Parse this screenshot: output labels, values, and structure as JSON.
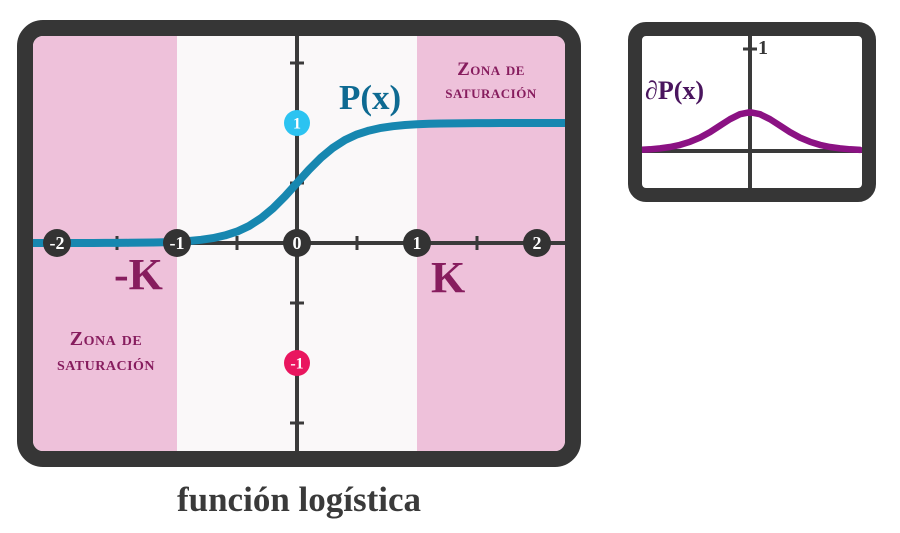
{
  "figure": {
    "caption": "función logística"
  },
  "colors": {
    "panel_border": "#363636",
    "panel_bg": "#faf8f9",
    "zone_pink": "#eec1da",
    "magenta_text": "#871d5e",
    "teal_curve": "#1787b0",
    "teal_text": "#0e6a92",
    "cyan_marker": "#2cc3f1",
    "crimson_marker": "#e9165f",
    "purple_curve": "#8b1283",
    "purple_text": "#4a155e",
    "axis": "#3a3a3a",
    "marker_dark": "#333333",
    "caption_text": "#3a3a3a"
  },
  "chart_data": [
    {
      "id": "logistic-main",
      "type": "line",
      "title": "P(x)",
      "xlabel": "",
      "ylabel": "",
      "grid": false,
      "xlim": [
        -2.2,
        2.2333
      ],
      "ylim": [
        -1.7333,
        1.725
      ],
      "zones": [
        {
          "name": "Zona de saturación",
          "label_line1": "Zona de",
          "label_line2": "saturación",
          "x_from": -2.2,
          "x_to": -1
        },
        {
          "name": "Zona de saturación",
          "label_line1": "Zona de",
          "label_line2": "saturación",
          "x_from": 1,
          "x_to": 2.2333
        }
      ],
      "x_axis_points": [
        {
          "x": -2,
          "label": "-2"
        },
        {
          "x": -1,
          "label": "-1"
        },
        {
          "x": 0,
          "label": "0"
        },
        {
          "x": 1,
          "label": "1"
        },
        {
          "x": 2,
          "label": "2"
        }
      ],
      "y_axis_points": [
        {
          "y": 1,
          "label": "1",
          "color_key": "cyan_marker"
        },
        {
          "y": -1,
          "label": "-1",
          "color_key": "crimson_marker"
        }
      ],
      "minor_ticks_x": [
        -1.5,
        -0.5,
        0.5,
        1.5
      ],
      "minor_ticks_y": [
        -1.5,
        -0.5,
        0.5,
        1.5
      ],
      "annotations": [
        {
          "text": "-K",
          "x": -1.28,
          "y": -0.28
        },
        {
          "text": "K",
          "x": 1.25,
          "y": -0.3
        }
      ],
      "series": [
        {
          "name": "P(x)",
          "name_id": "logistic-curve",
          "color_key": "teal_curve",
          "x": [
            -2.3,
            -2.2,
            -2.1,
            -2.0,
            -1.9,
            -1.8,
            -1.7,
            -1.6,
            -1.5,
            -1.4,
            -1.3,
            -1.2,
            -1.1,
            -1.0,
            -0.9,
            -0.8,
            -0.7,
            -0.6,
            -0.5,
            -0.4,
            -0.3,
            -0.2,
            -0.1,
            0,
            0.1,
            0.2,
            0.3,
            0.4,
            0.5,
            0.6,
            0.7,
            0.8,
            0.9,
            1.0,
            1.1,
            1.2,
            1.3,
            1.4,
            1.5,
            1.6,
            1.7,
            1.8,
            1.9,
            2.0,
            2.1,
            2.2,
            2.3
          ],
          "y": [
            0,
            0,
            0,
            0,
            0,
            0,
            0,
            0.001,
            0.001,
            0.002,
            0.003,
            0.004,
            0.007,
            0.011,
            0.017,
            0.027,
            0.041,
            0.063,
            0.095,
            0.142,
            0.206,
            0.289,
            0.389,
            0.5,
            0.611,
            0.711,
            0.794,
            0.858,
            0.905,
            0.937,
            0.959,
            0.973,
            0.983,
            0.989,
            0.993,
            0.996,
            0.997,
            0.998,
            0.999,
            0.999,
            1,
            1,
            1,
            1,
            1,
            1,
            1
          ]
        }
      ]
    },
    {
      "id": "logistic-derivative",
      "type": "line",
      "title": "∂P(x)",
      "xlabel": "",
      "ylabel": "",
      "grid": false,
      "xlim": [
        -1.08,
        1.12
      ],
      "ylim": [
        -0.3627,
        1.1275
      ],
      "minor_ticks_y": [
        1
      ],
      "y_tick_label": "1",
      "series": [
        {
          "name": "∂P(x)",
          "name_id": "derivative-curve",
          "color_key": "purple_curve",
          "x": [
            -1.1,
            -1.0,
            -0.9,
            -0.8,
            -0.7,
            -0.6,
            -0.5,
            -0.4,
            -0.3,
            -0.2,
            -0.1,
            0,
            0.1,
            0.2,
            0.3,
            0.4,
            0.5,
            0.6,
            0.7,
            0.8,
            0.9,
            1.0,
            1.1
          ],
          "y": [
            0.011,
            0.017,
            0.026,
            0.039,
            0.06,
            0.09,
            0.131,
            0.185,
            0.249,
            0.312,
            0.361,
            0.38,
            0.361,
            0.312,
            0.249,
            0.185,
            0.131,
            0.09,
            0.06,
            0.039,
            0.026,
            0.017,
            0.011
          ]
        }
      ]
    }
  ]
}
